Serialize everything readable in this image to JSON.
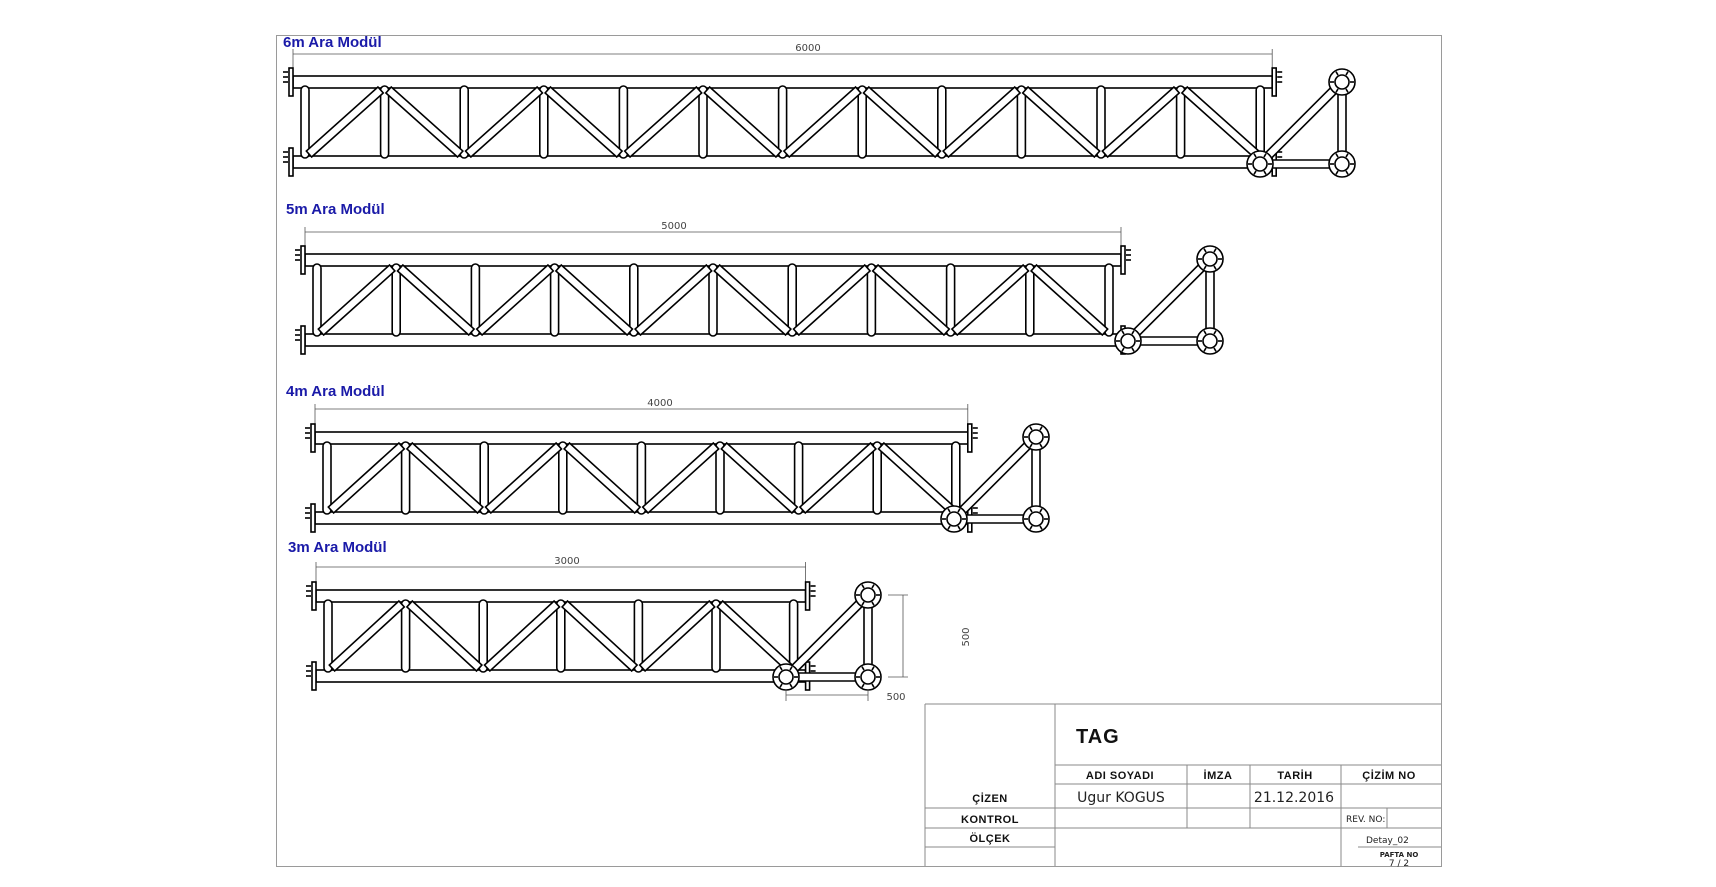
{
  "modules": [
    {
      "title": "6m Ara Modül",
      "length_label": "6000",
      "length_mm": 6000
    },
    {
      "title": "5m Ara Modül",
      "length_label": "5000",
      "length_mm": 5000
    },
    {
      "title": "4m Ara Modül",
      "length_label": "4000",
      "length_mm": 4000
    },
    {
      "title": "3m Ara Modül",
      "length_label": "3000",
      "length_mm": 3000
    }
  ],
  "section_dims": {
    "height": "500",
    "width": "500"
  },
  "title_block": {
    "project": "TAG",
    "col_name": "ADI SOYADI",
    "col_sign": "İMZA",
    "col_date": "TARİH",
    "col_drawing_no": "ÇİZİM NO",
    "row_drawn": "ÇİZEN",
    "row_check": "KONTROL",
    "row_scale": "ÖLÇEK",
    "drawn_name": "Ugur KOGUS",
    "drawn_date": "21.12.2016",
    "rev_label": "REV. NO:",
    "drawing_code": "Detay_02",
    "sheet_label": "PAFTA NO",
    "sheet_value": "7 / 2"
  }
}
